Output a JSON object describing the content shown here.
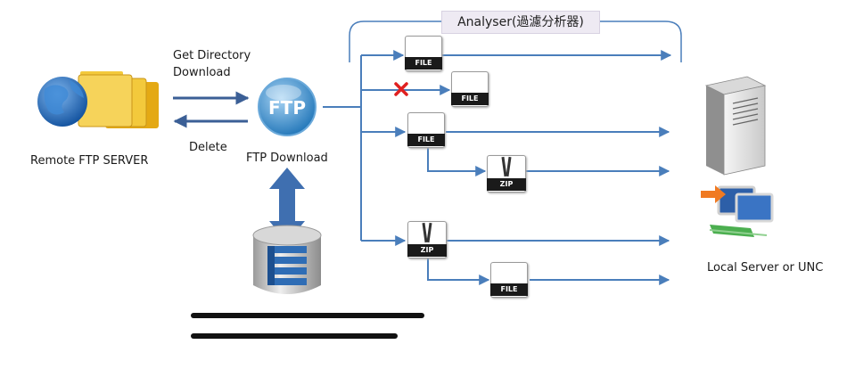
{
  "labels": {
    "analyser": "Analyser(過濾分析器)",
    "get_directory": "Get Directory",
    "download": "Download",
    "delete": "Delete",
    "remote_server": "Remote FTP SERVER",
    "ftp_download": "FTP Download",
    "local_server": "Local Server or UNC",
    "ftp_logo": "FTP"
  },
  "file_icons": [
    {
      "id": "file-1",
      "type": "FILE"
    },
    {
      "id": "file-2-rejected",
      "type": "FILE"
    },
    {
      "id": "file-3",
      "type": "FILE"
    },
    {
      "id": "zip-1",
      "type": "ZIP"
    },
    {
      "id": "zip-2",
      "type": "ZIP"
    },
    {
      "id": "file-4",
      "type": "FILE"
    }
  ],
  "colors": {
    "arrow": "#4a7ebb",
    "big_arrow": "#3f6fb0",
    "reject_mark": "#e02020",
    "folder": "#f1c232",
    "globe": "#1e62b4",
    "database": "#c9c9c9",
    "db_stripes": "#2f6db5",
    "server": "#e9e9e9"
  }
}
